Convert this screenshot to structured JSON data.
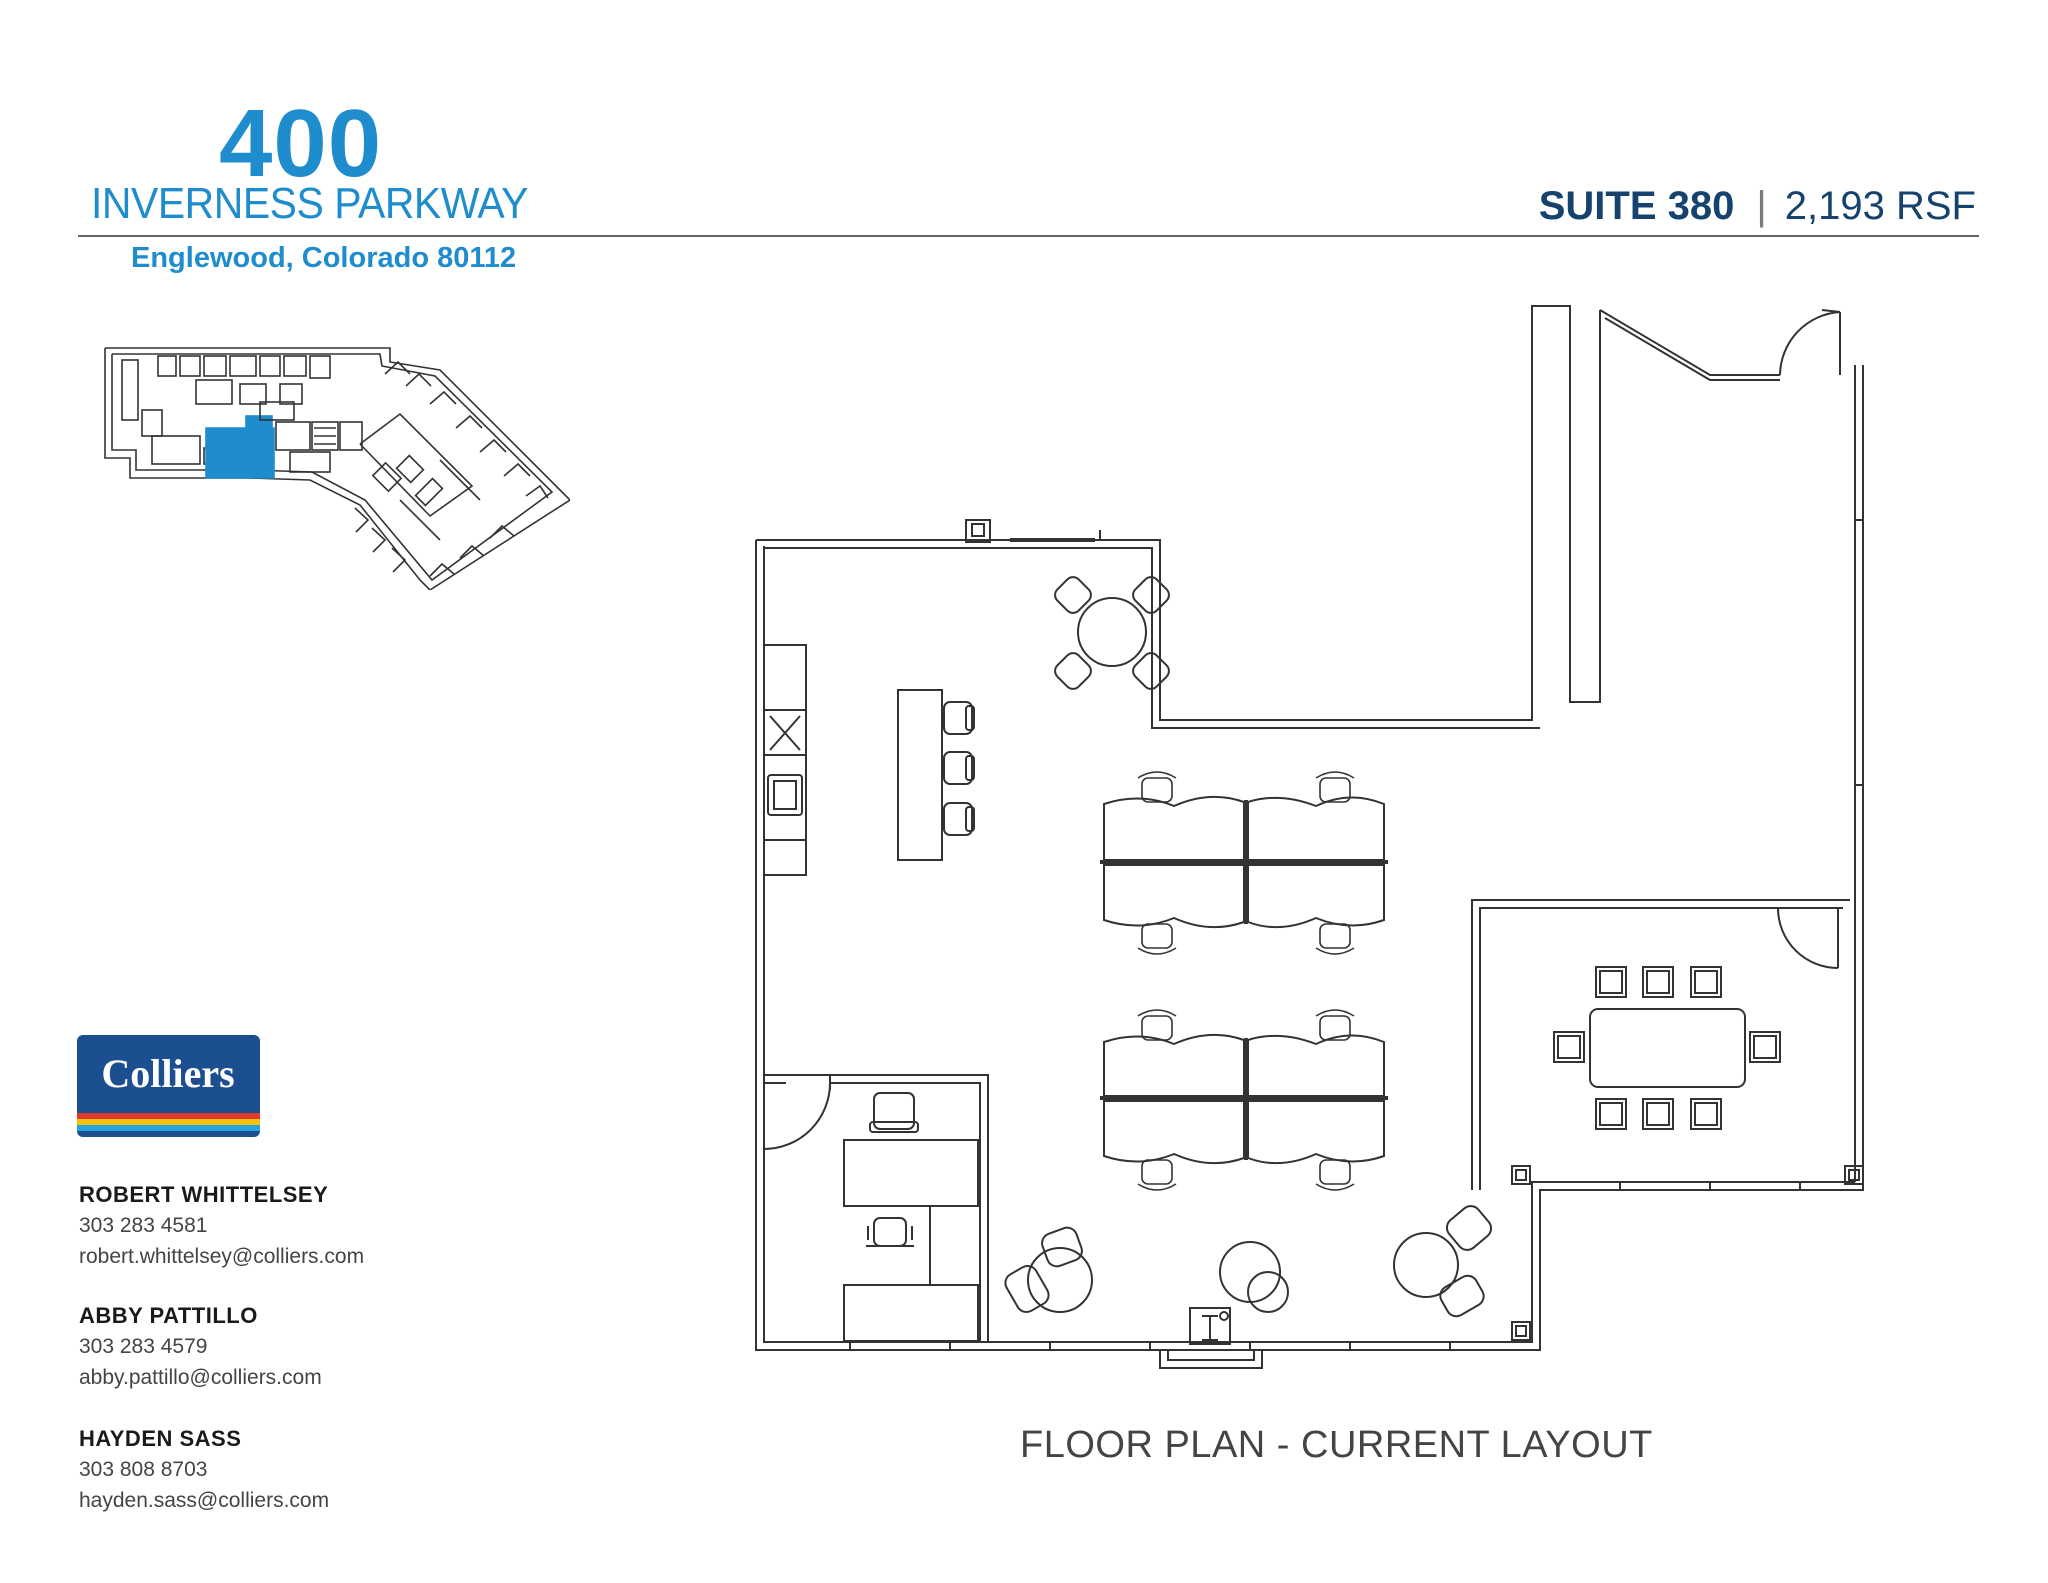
{
  "building": {
    "number": "400",
    "street": "INVERNESS PARKWAY",
    "city": "Englewood, Colorado 80112"
  },
  "suite": {
    "name": "SUITE 380",
    "separator": "|",
    "area": "2,193 RSF"
  },
  "brand": {
    "name": "Colliers",
    "colors": {
      "primary": "#1f8ccd",
      "dark": "#16436e",
      "logo_bg": "#1c4f8f",
      "stripe_red": "#e03a2f",
      "stripe_yellow": "#f4c20d",
      "stripe_blue": "#29a3dd"
    }
  },
  "contacts": [
    {
      "name": "ROBERT WHITTELSEY",
      "phone": "303 283 4581",
      "email": "robert.whittelsey@colliers.com"
    },
    {
      "name": "ABBY PATTILLO",
      "phone": "303 283 4579",
      "email": "abby.pattillo@colliers.com"
    },
    {
      "name": "HAYDEN SASS",
      "phone": "303 808 8703",
      "email": "hayden.sass@colliers.com"
    }
  ],
  "floor_plan": {
    "caption": "FLOOR PLAN - CURRENT LAYOUT",
    "highlight_color": "#1f8ccd"
  }
}
